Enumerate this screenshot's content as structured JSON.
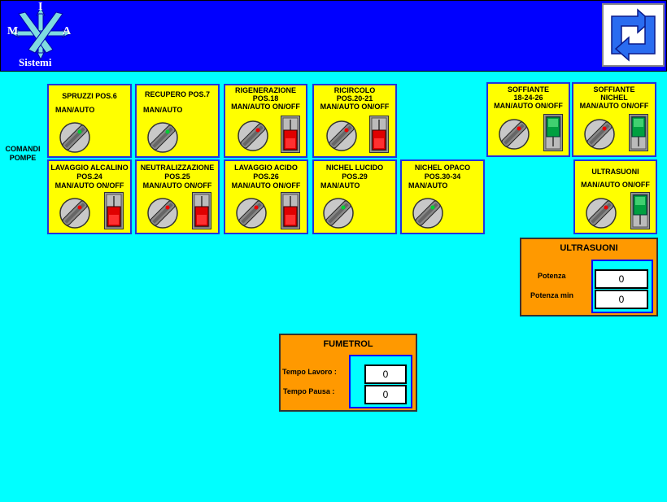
{
  "logo": {
    "letters": [
      "I",
      "M",
      "A"
    ],
    "text": "Sistemi"
  },
  "side_label": {
    "line1": "COMANDI",
    "line2": "POMPE"
  },
  "panels": [
    {
      "id": "spruzzi",
      "title": "SPRUZZI POS.6",
      "sub": "MAN/AUTO",
      "selector": "green"
    },
    {
      "id": "recupero",
      "title": "RECUPERO POS.7",
      "sub": "MAN/AUTO",
      "selector": "green"
    },
    {
      "id": "rigenerazione",
      "title": "RIGENERAZIONE",
      "title2": "POS.18",
      "sub": "MAN/AUTO ON/OFF",
      "selector": "red",
      "toggle": "red"
    },
    {
      "id": "ricircolo",
      "title": "RICIRCOLO",
      "title2": "POS.20-21",
      "sub": "MAN/AUTO ON/OFF",
      "selector": "red",
      "toggle": "red"
    },
    {
      "id": "soffiante1",
      "title": "SOFFIANTE",
      "title2": "18-24-26",
      "sub": "MAN/AUTO ON/OFF",
      "selector": "red",
      "toggle": "green"
    },
    {
      "id": "soffiante2",
      "title": "SOFFIANTE",
      "title2": "NICHEL",
      "sub": "MAN/AUTO ON/OFF",
      "selector": "red",
      "toggle": "green"
    },
    {
      "id": "lavaggio-alcalino",
      "title": "LAVAGGIO ALCALINO",
      "title2": "POS.24",
      "sub": "MAN/AUTO ON/OFF",
      "selector": "red",
      "toggle": "red"
    },
    {
      "id": "neutralizzazione",
      "title": "NEUTRALIZZAZIONE",
      "title2": "POS.25",
      "sub": "MAN/AUTO  ON/OFF",
      "selector": "red",
      "toggle": "red"
    },
    {
      "id": "lavaggio-acido",
      "title": "LAVAGGIO ACIDO",
      "title2": "POS.26",
      "sub": "MAN/AUTO ON/OFF",
      "selector": "red",
      "toggle": "red"
    },
    {
      "id": "nichel-lucido",
      "title": "NICHEL LUCIDO",
      "title2": "POS.29",
      "sub": "MAN/AUTO",
      "selector": "green"
    },
    {
      "id": "nichel-opaco",
      "title": "NICHEL OPACO",
      "title2": "POS.30-34",
      "sub": "MAN/AUTO",
      "selector": "green"
    },
    {
      "id": "ultrasuoni",
      "title": "ULTRASUONI",
      "sub": "MAN/AUTO ON/OFF",
      "selector": "red",
      "toggle": "green"
    }
  ],
  "ultrasuoni_box": {
    "title": "ULTRASUONI",
    "potenza_label": "Potenza",
    "potenza_value": "0",
    "potenza_min_label": "Potenza min",
    "potenza_min_value": "0"
  },
  "fumetrol_box": {
    "title": "FUMETROL",
    "tempo_lavoro_label": "Tempo Lavoro :",
    "tempo_lavoro_value": "0",
    "tempo_pausa_label": "Tempo Pausa :",
    "tempo_pausa_value": "0"
  },
  "colors": {
    "background": "#00ffff",
    "header": "#0000ff",
    "panel": "#ffff00",
    "box": "#ff9900",
    "toggle_red": "#e00000",
    "toggle_green": "#00a040"
  }
}
